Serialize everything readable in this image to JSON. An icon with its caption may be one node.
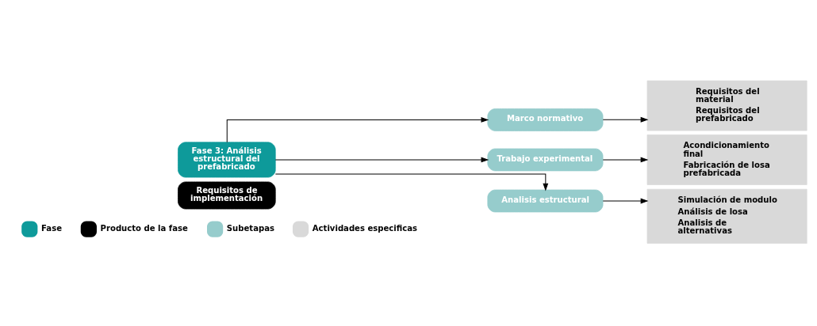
{
  "diagram": {
    "nodes": [
      {
        "text": [
          "Fase 3: Análisis estructural del prefabricado"
        ]
      },
      {
        "text": [
          "Requisitos de implementación"
        ]
      },
      {
        "text": [
          "Marco normativo"
        ]
      },
      {
        "text": [
          "Trabajo experimental"
        ]
      },
      {
        "text": [
          "Analisis estructural"
        ]
      },
      {
        "text": [
          "Requisitos del material",
          "Requisitos del prefabricado"
        ]
      },
      {
        "text": [
          "Acondicionamiento final",
          "Fabricación de losa prefabricada"
        ]
      },
      {
        "text": [
          "Simulación de modulo",
          "Análisis de losa",
          "Analisis de alternativas"
        ]
      }
    ],
    "edges": [
      {
        "from": 0,
        "to": 2,
        "arrow": "to"
      },
      {
        "from": 0,
        "to": 3,
        "arrow": "to"
      },
      {
        "from": 0,
        "to": 4,
        "arrow": "to"
      },
      {
        "from": 2,
        "to": 5,
        "arrow": "to"
      },
      {
        "from": 3,
        "to": 6,
        "arrow": "to"
      },
      {
        "from": 4,
        "to": 7,
        "arrow": "to"
      }
    ],
    "legend": [
      {
        "text": "Fase",
        "color": "#0e9a9a"
      },
      {
        "text": "Producto de la fase",
        "color": "#000000"
      },
      {
        "text": "Subetapas",
        "color": "#96cccc"
      },
      {
        "text": "Actividades especificas",
        "color": "#d9d9d9"
      }
    ]
  }
}
